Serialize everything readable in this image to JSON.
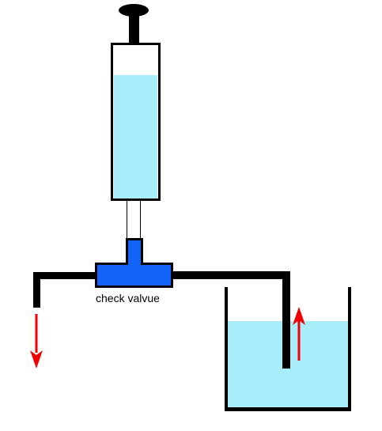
{
  "labels": {
    "check_valve": "check valvue"
  },
  "colors": {
    "water": "#a7eefa",
    "valve": "#1164f7",
    "pipe": "#000000",
    "arrow": "#f00000"
  },
  "flow_directions": [
    "down",
    "up"
  ],
  "icons": [
    "syringe",
    "check-valve",
    "beaker",
    "flow-arrow-down",
    "flow-arrow-up"
  ]
}
